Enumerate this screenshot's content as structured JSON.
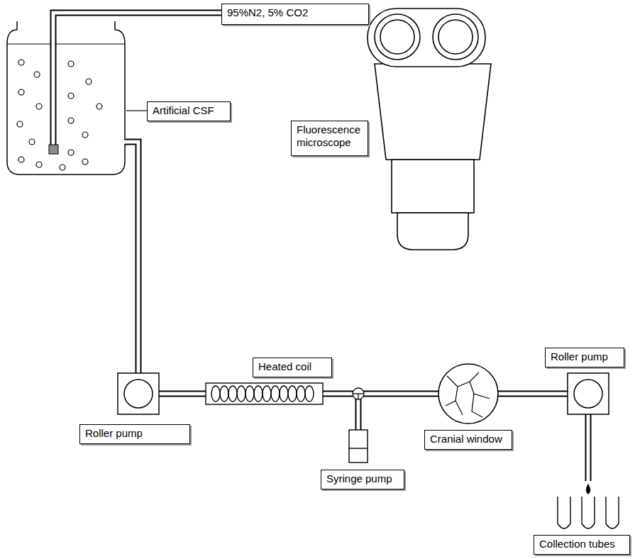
{
  "diagram": {
    "nodes": [
      {
        "text": [
          "95%N2, 5% CO2"
        ]
      },
      {
        "text": [
          "Artificial CSF"
        ]
      },
      {
        "text": [
          "Fluorescence microscope"
        ]
      },
      {
        "text": [
          "Roller pump"
        ]
      },
      {
        "text": [
          "Heated coil"
        ]
      },
      {
        "text": [
          "Syringe pump"
        ]
      },
      {
        "text": [
          "Cranial window"
        ]
      },
      {
        "text": [
          "Roller pump"
        ]
      },
      {
        "text": [
          "Collection tubes"
        ]
      }
    ]
  }
}
